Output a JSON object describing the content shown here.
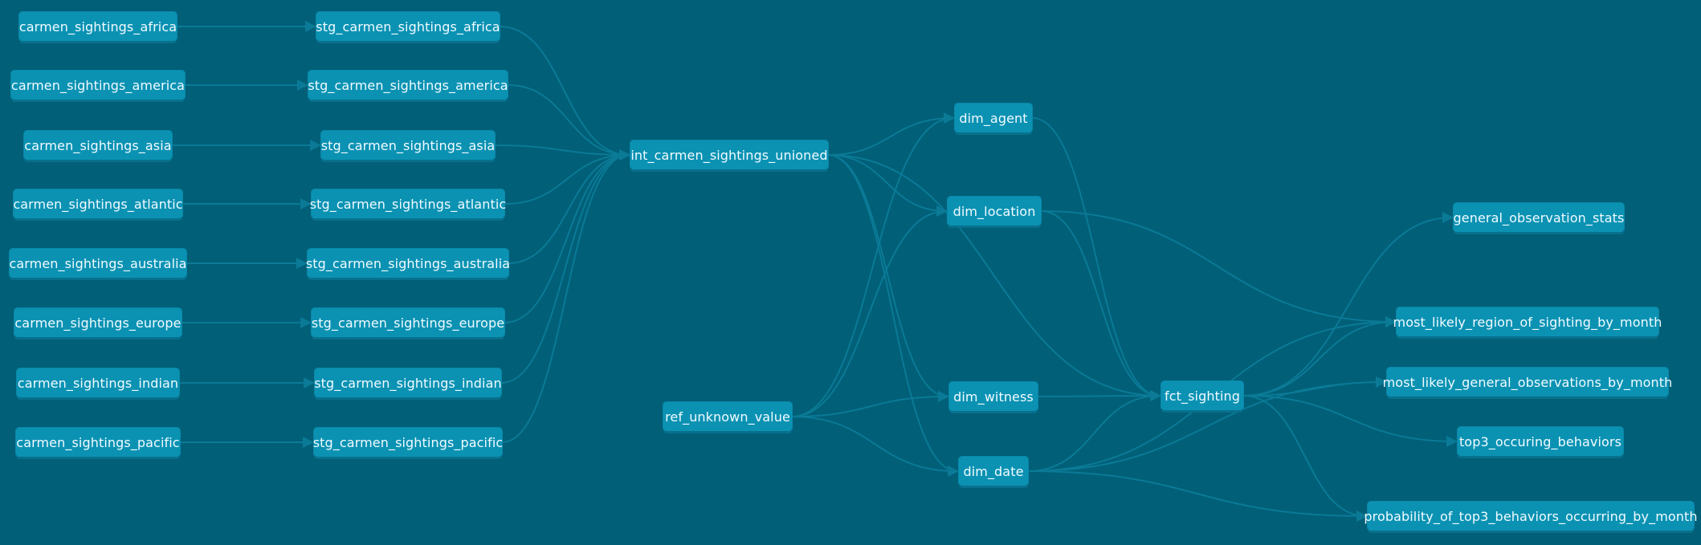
{
  "graph": {
    "edge_color": "#0b7a96",
    "node_color": "#0b92b3",
    "background": "#015f78",
    "nodes": [
      {
        "id": "src_africa",
        "label": "carmen_sightings_africa"
      },
      {
        "id": "src_america",
        "label": "carmen_sightings_america"
      },
      {
        "id": "src_asia",
        "label": "carmen_sightings_asia"
      },
      {
        "id": "src_atlantic",
        "label": "carmen_sightings_atlantic"
      },
      {
        "id": "src_australia",
        "label": "carmen_sightings_australia"
      },
      {
        "id": "src_europe",
        "label": "carmen_sightings_europe"
      },
      {
        "id": "src_indian",
        "label": "carmen_sightings_indian"
      },
      {
        "id": "src_pacific",
        "label": "carmen_sightings_pacific"
      },
      {
        "id": "stg_africa",
        "label": "stg_carmen_sightings_africa"
      },
      {
        "id": "stg_america",
        "label": "stg_carmen_sightings_america"
      },
      {
        "id": "stg_asia",
        "label": "stg_carmen_sightings_asia"
      },
      {
        "id": "stg_atlantic",
        "label": "stg_carmen_sightings_atlantic"
      },
      {
        "id": "stg_australia",
        "label": "stg_carmen_sightings_australia"
      },
      {
        "id": "stg_europe",
        "label": "stg_carmen_sightings_europe"
      },
      {
        "id": "stg_indian",
        "label": "stg_carmen_sightings_indian"
      },
      {
        "id": "stg_pacific",
        "label": "stg_carmen_sightings_pacific"
      },
      {
        "id": "int_unioned",
        "label": "int_carmen_sightings_unioned"
      },
      {
        "id": "ref_unknown",
        "label": "ref_unknown_value"
      },
      {
        "id": "dim_agent",
        "label": "dim_agent"
      },
      {
        "id": "dim_location",
        "label": "dim_location"
      },
      {
        "id": "dim_witness",
        "label": "dim_witness"
      },
      {
        "id": "dim_date",
        "label": "dim_date"
      },
      {
        "id": "fct_sighting",
        "label": "fct_sighting"
      },
      {
        "id": "general_obs_stats",
        "label": "general_observation_stats"
      },
      {
        "id": "most_likely_region",
        "label": "most_likely_region_of_sighting_by_month"
      },
      {
        "id": "most_likely_general_obs",
        "label": "most_likely_general_observations_by_month"
      },
      {
        "id": "top3_behaviors",
        "label": "top3_occuring_behaviors"
      },
      {
        "id": "prob_top3",
        "label": "probability_of_top3_behaviors_occurring_by_month"
      }
    ],
    "edges": [
      [
        "src_africa",
        "stg_africa"
      ],
      [
        "src_america",
        "stg_america"
      ],
      [
        "src_asia",
        "stg_asia"
      ],
      [
        "src_atlantic",
        "stg_atlantic"
      ],
      [
        "src_australia",
        "stg_australia"
      ],
      [
        "src_europe",
        "stg_europe"
      ],
      [
        "src_indian",
        "stg_indian"
      ],
      [
        "src_pacific",
        "stg_pacific"
      ],
      [
        "stg_africa",
        "int_unioned"
      ],
      [
        "stg_america",
        "int_unioned"
      ],
      [
        "stg_asia",
        "int_unioned"
      ],
      [
        "stg_atlantic",
        "int_unioned"
      ],
      [
        "stg_australia",
        "int_unioned"
      ],
      [
        "stg_europe",
        "int_unioned"
      ],
      [
        "stg_indian",
        "int_unioned"
      ],
      [
        "stg_pacific",
        "int_unioned"
      ],
      [
        "int_unioned",
        "dim_agent"
      ],
      [
        "int_unioned",
        "dim_location"
      ],
      [
        "int_unioned",
        "dim_witness"
      ],
      [
        "int_unioned",
        "dim_date"
      ],
      [
        "int_unioned",
        "fct_sighting"
      ],
      [
        "ref_unknown",
        "dim_agent"
      ],
      [
        "ref_unknown",
        "dim_location"
      ],
      [
        "ref_unknown",
        "dim_witness"
      ],
      [
        "ref_unknown",
        "dim_date"
      ],
      [
        "dim_agent",
        "fct_sighting"
      ],
      [
        "dim_location",
        "fct_sighting"
      ],
      [
        "dim_location",
        "most_likely_region"
      ],
      [
        "dim_witness",
        "fct_sighting"
      ],
      [
        "dim_date",
        "fct_sighting"
      ],
      [
        "dim_date",
        "most_likely_region"
      ],
      [
        "dim_date",
        "most_likely_general_obs"
      ],
      [
        "dim_date",
        "prob_top3"
      ],
      [
        "fct_sighting",
        "general_obs_stats"
      ],
      [
        "fct_sighting",
        "most_likely_region"
      ],
      [
        "fct_sighting",
        "most_likely_general_obs"
      ],
      [
        "fct_sighting",
        "top3_behaviors"
      ],
      [
        "fct_sighting",
        "prob_top3"
      ]
    ]
  }
}
